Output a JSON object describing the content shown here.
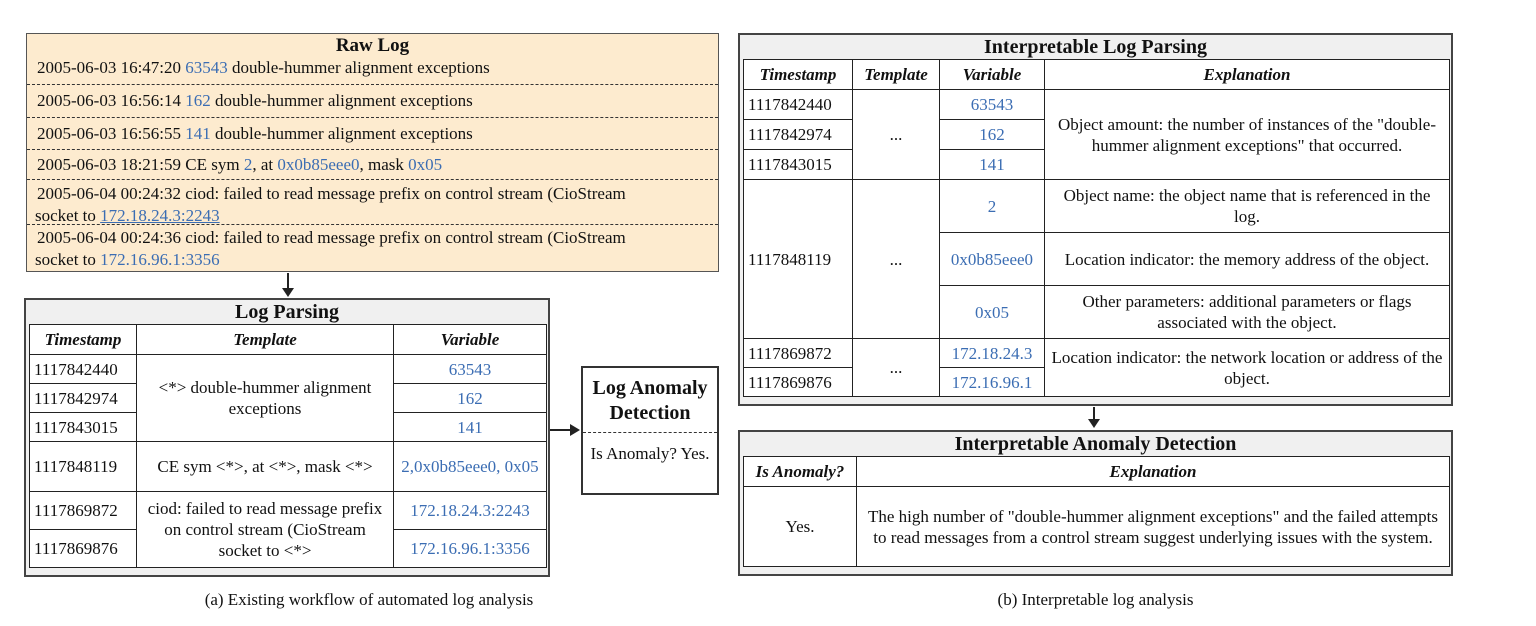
{
  "raw_log": {
    "title": "Raw Log",
    "lines": [
      {
        "pre": "2005-06-03 16:47:20 ",
        "v1": "63543",
        "post": " double-hummer alignment exceptions"
      },
      {
        "pre": "2005-06-03 16:56:14 ",
        "v1": "162",
        "post": " double-hummer alignment exceptions"
      },
      {
        "pre": "2005-06-03 16:56:55 ",
        "v1": "141",
        "post": " double-hummer alignment exceptions"
      },
      {
        "pre": "2005-06-03 18:21:59 CE sym ",
        "v1": "2",
        "mid1": ", at ",
        "v2": "0x0b85eee0",
        "mid2": ", mask ",
        "v3": "0x05"
      },
      {
        "pre": "2005-06-04 00:24:32 ciod: failed to read message prefix on control stream (CioStream",
        "pre2": "socket to ",
        "v1": "172.18.24.3:2243"
      },
      {
        "pre": "2005-06-04 00:24:36 ciod: failed to read message prefix on control stream (CioStream",
        "pre2": "socket to ",
        "v1": "172.16.96.1:3356"
      }
    ]
  },
  "log_parsing": {
    "title": "Log Parsing",
    "headers": [
      "Timestamp",
      "Template",
      "Variable"
    ],
    "ts": [
      "1117842440",
      "1117842974",
      "1117843015",
      "1117848119",
      "1117869872",
      "1117869876"
    ],
    "templates": [
      "<*> double-hummer alignment exceptions",
      "CE sym <*>, at <*>, mask <*>",
      "ciod: failed to read message prefix on control stream (CioStream socket to <*>"
    ],
    "vars": [
      "63543",
      "162",
      "141",
      "2,0x0b85eee0, 0x05",
      "172.18.24.3:2243",
      "172.16.96.1:3356"
    ]
  },
  "anomaly_box": {
    "title": "Log Anomaly Detection",
    "question": "Is Anomaly? Yes."
  },
  "interp_parsing": {
    "title": "Interpretable Log Parsing",
    "headers": [
      "Timestamp",
      "Template",
      "Variable",
      "Explanation"
    ],
    "ts": [
      "1117842440",
      "1117842974",
      "1117843015",
      "1117848119",
      "1117869872",
      "1117869876"
    ],
    "ellipsis": "...",
    "vars": [
      "63543",
      "162",
      "141",
      "2",
      "0x0b85eee0",
      "0x05",
      "172.18.24.3",
      "172.16.96.1"
    ],
    "explanations": [
      "Object amount: the number of instances of the \"double-hummer alignment exceptions\" that occurred.",
      "Object name: the object name that is referenced in the log.",
      "Location indicator: the memory address of the object.",
      "Other parameters: additional parameters or flags associated with the object.",
      "Location indicator: the network location or address of the object."
    ]
  },
  "interp_anomaly": {
    "title": "Interpretable Anomaly Detection",
    "headers": [
      "Is Anomaly?",
      "Explanation"
    ],
    "answer": "Yes.",
    "explanation": "The high number of \"double-hummer alignment exceptions\" and the failed attempts to read messages from a control stream suggest underlying issues with the system."
  },
  "captions": {
    "a": "(a)  Existing workflow of automated log analysis",
    "b": "(b)  Interpretable log analysis"
  }
}
